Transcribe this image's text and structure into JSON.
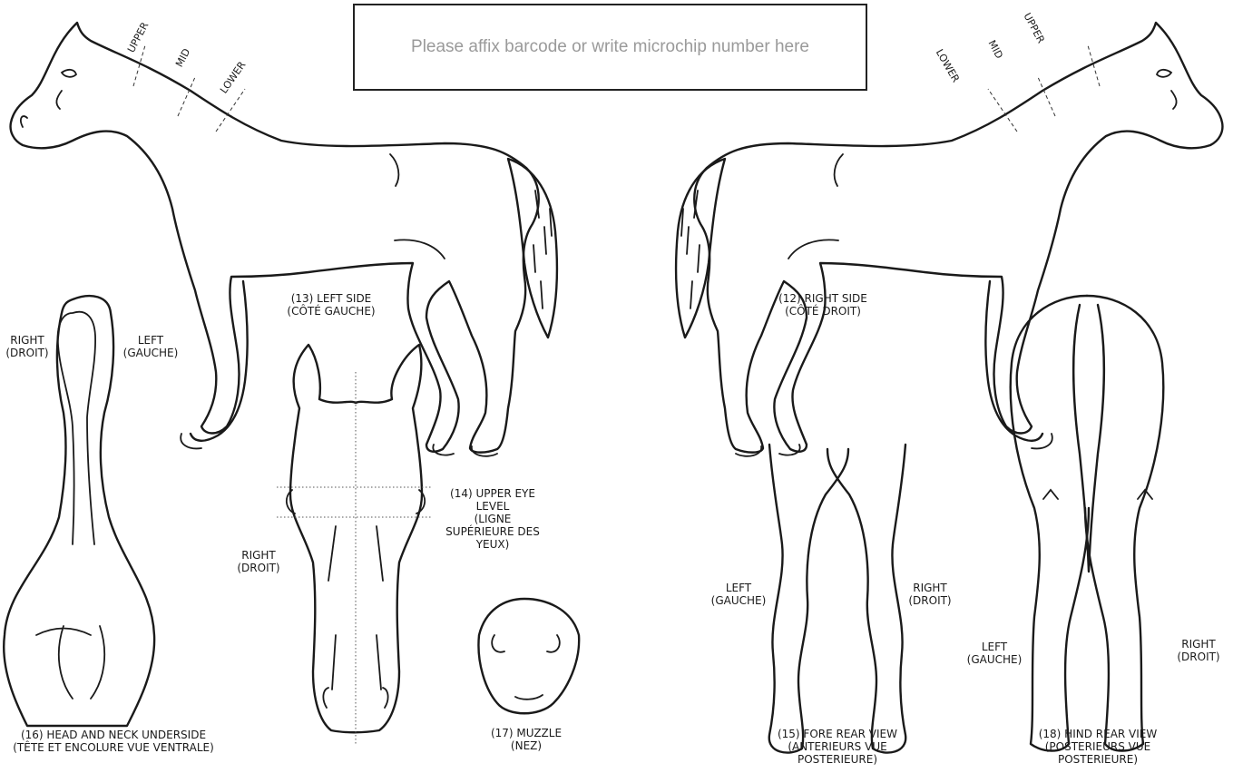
{
  "barcode_box": {
    "text": "Please affix barcode or write microchip number here"
  },
  "neck_zones_left": {
    "upper": "UPPER",
    "mid": "MID",
    "lower": "LOWER"
  },
  "neck_zones_right": {
    "upper": "UPPER",
    "mid": "MID",
    "lower": "LOWER"
  },
  "left_side": {
    "line1": "(13) LEFT SIDE",
    "line2": "(CÔTÉ GAUCHE)"
  },
  "right_side": {
    "line1": "(12) RIGHT SIDE",
    "line2": "(CÔTÉ DROIT)"
  },
  "underside": {
    "right_line1": "RIGHT",
    "right_line2": "(DROIT)",
    "left_line1": "LEFT",
    "left_line2": "(GAUCHE)",
    "title_line1": "(16) HEAD AND NECK UNDERSIDE",
    "title_line2": "(TÊTE ET ENCOLURE VUE VENTRALE)"
  },
  "head_front": {
    "right_line1": "RIGHT",
    "right_line2": "(DROIT)",
    "eye_line1": "(14) UPPER EYE",
    "eye_line2": "LEVEL",
    "eye_line3": "(LIGNE",
    "eye_line4": "SUPÉRIEURE DES",
    "eye_line5": "YEUX)"
  },
  "muzzle": {
    "line1": "(17) MUZZLE",
    "line2": "(NEZ)"
  },
  "fore_rear": {
    "left_line1": "LEFT",
    "left_line2": "(GAUCHE)",
    "right_line1": "RIGHT",
    "right_line2": "(DROIT)",
    "title_line1": "(15) FORE REAR VIEW",
    "title_line2": "(ANTERIEURS VUE",
    "title_line3": "POSTERIEURE)"
  },
  "hind_rear": {
    "left_line1": "LEFT",
    "left_line2": "(GAUCHE)",
    "right_line1": "RIGHT",
    "right_line2": "(DROIT)",
    "title_line1": "(18) HIND REAR VIEW",
    "title_line2": "(POSTERIEURS VUE",
    "title_line3": "POSTERIEURE)"
  }
}
